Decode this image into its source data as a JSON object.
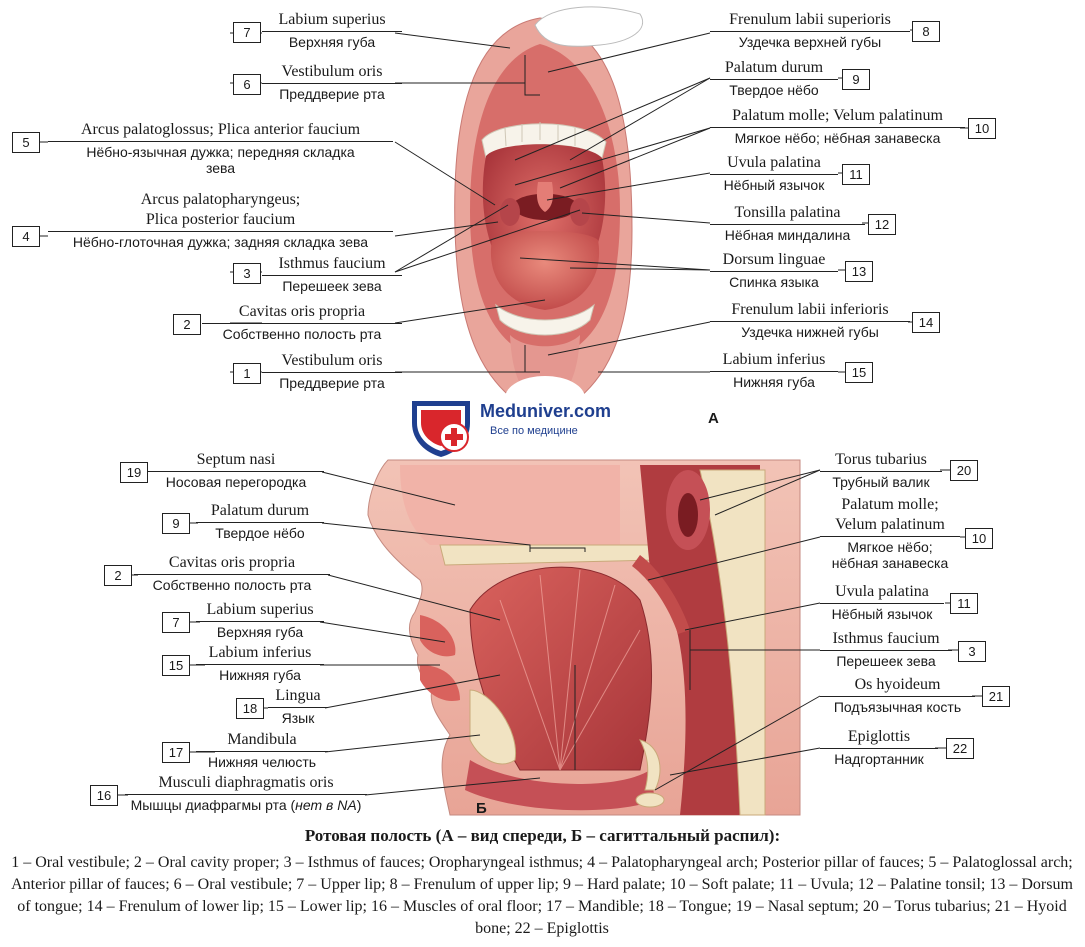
{
  "view_a": {
    "letter": "A",
    "labels": [
      {
        "num": "7",
        "latin": "Labium superius",
        "russian": "Верхняя губа"
      },
      {
        "num": "6",
        "latin": "Vestibulum oris",
        "russian": "Преддверие рта"
      },
      {
        "num": "5",
        "latin": "Arcus palatoglossus; Plica anterior faucium",
        "russian": "Нёбно-язычная дужка; передняя складка",
        "russian2": "зева"
      },
      {
        "num": "4",
        "latin": "Arcus palatopharyngeus;",
        "latin2": "Plica posterior faucium",
        "russian": "Нёбно-глоточная дужка; задняя складка зева"
      },
      {
        "num": "3",
        "latin": "Isthmus faucium",
        "russian": "Перешеек зева"
      },
      {
        "num": "2",
        "latin": "Cavitas oris propria",
        "russian": "Собственно полость рта"
      },
      {
        "num": "1",
        "latin": "Vestibulum oris",
        "russian": "Преддверие рта"
      },
      {
        "num": "8",
        "latin": "Frenulum labii superioris",
        "russian": "Уздечка верхней губы"
      },
      {
        "num": "9",
        "latin": "Palatum durum",
        "russian": "Твердое нёбо"
      },
      {
        "num": "10",
        "latin": "Palatum molle; Velum palatinum",
        "russian": "Мягкое нёбо; нёбная занавеска"
      },
      {
        "num": "11",
        "latin": "Uvula palatina",
        "russian": "Нёбный язычок"
      },
      {
        "num": "12",
        "latin": "Tonsilla palatina",
        "russian": "Нёбная миндалина"
      },
      {
        "num": "13",
        "latin": "Dorsum linguae",
        "russian": "Спинка языка"
      },
      {
        "num": "14",
        "latin": "Frenulum labii inferioris",
        "russian": "Уздечка нижней губы"
      },
      {
        "num": "15",
        "latin": "Labium inferius",
        "russian": "Нижняя губа"
      }
    ]
  },
  "view_b": {
    "letter": "Б",
    "labels": [
      {
        "num": "19",
        "latin": "Septum nasi",
        "russian": "Носовая перегородка"
      },
      {
        "num": "9",
        "latin": "Palatum durum",
        "russian": "Твердое нёбо"
      },
      {
        "num": "2",
        "latin": "Cavitas oris propria",
        "russian": "Собственно полость рта"
      },
      {
        "num": "7",
        "latin": "Labium superius",
        "russian": "Верхняя губа"
      },
      {
        "num": "15",
        "latin": "Labium inferius",
        "russian": "Нижняя губа"
      },
      {
        "num": "18",
        "latin": "Lingua",
        "russian": "Язык"
      },
      {
        "num": "17",
        "latin": "Mandibula",
        "russian": "Нижняя челюсть"
      },
      {
        "num": "16",
        "latin": "Musculi diaphragmatis oris",
        "russian": "Мышцы диафрагмы рта (",
        "russian_italic": "нет в NA",
        "russian_end": ")"
      },
      {
        "num": "20",
        "latin": "Torus tubarius",
        "russian": "Трубный валик"
      },
      {
        "num": "10",
        "latin": "Palatum molle;",
        "latin2": "Velum palatinum",
        "russian": "Мягкое нёбо;",
        "russian2": "нёбная занавеска"
      },
      {
        "num": "11",
        "latin": "Uvula palatina",
        "russian": "Нёбный язычок"
      },
      {
        "num": "3",
        "latin": "Isthmus faucium",
        "russian": "Перешеек зева"
      },
      {
        "num": "21",
        "latin": "Os hyoideum",
        "russian": "Подъязычная кость"
      },
      {
        "num": "22",
        "latin": "Epiglottis",
        "russian": "Надгортанник"
      }
    ]
  },
  "logo": {
    "name": "Meduniver.com",
    "tagline": "Все по медицине"
  },
  "caption": "Ротовая полость (А – вид спереди, Б – сагиттальный распил):",
  "legend": "1 – Oral vestibule; 2 – Oral cavity proper; 3 – Isthmus of fauces; Oropharyngeal isthmus; 4 – Palatopharyngeal arch; Posterior pillar of fauces; 5 – Palatoglossal arch; Anterior pillar of fauces; 6 – Oral vestibule; 7 – Upper lip; 8 – Frenulum of upper lip; 9 – Hard palate; 10 – Soft palate; 11 – Uvula; 12 – Palatine tonsil; 13 – Dorsum of tongue; 14 – Frenulum of lower lip; 15 – Lower lip; 16 – Muscles of oral floor; 17 – Mandible; 18 – Tongue; 19 – Nasal septum; 20 – Torus tubarius; 21 – Hyoid bone; 22 – Epiglottis",
  "colors": {
    "lip": "#d98a8a",
    "mucosa": "#c9484b",
    "tongue": "#d65a55",
    "deep": "#7a1c22",
    "teeth": "#f7f3ea",
    "bone": "#f1e3c2",
    "logo_red": "#d9262c",
    "logo_blue": "#1f3f8f"
  }
}
